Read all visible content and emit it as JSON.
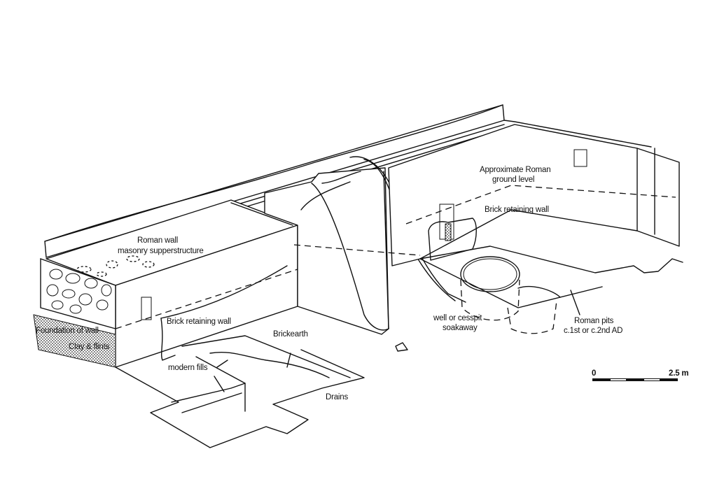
{
  "figure": {
    "subject": "Isometric archaeological section of Roman wall and excavation trench",
    "labels": {
      "roman_wall": "Roman wall",
      "masonry": "masonry supperstructure",
      "foundation": "Foundation of wall",
      "clay_flints": "Clay & flints",
      "brick_wall_front": "Brick retaining wall",
      "brickearth": "Brickearth",
      "modern_fills": "modern fills",
      "drains": "Drains",
      "roman_ground_1": "Approximate Roman",
      "roman_ground_2": "ground level",
      "brick_wall_back": "Brick retaining wall",
      "well_1": "well or cesspit",
      "well_2": "soakaway",
      "pits_1": "Roman pits",
      "pits_2": "c.1st or c.2nd AD"
    },
    "scale_bar": {
      "start": "0",
      "end": "2.5 m"
    }
  }
}
